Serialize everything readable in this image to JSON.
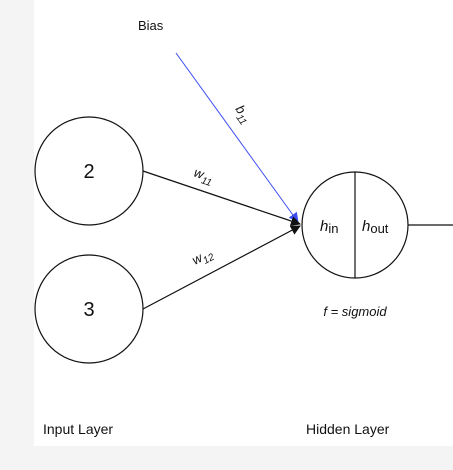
{
  "diagram": {
    "bias_label": "Bias",
    "bias_weight": {
      "base": "b",
      "sub": "11"
    },
    "input_nodes": [
      {
        "value": "2"
      },
      {
        "value": "3"
      }
    ],
    "weights": [
      {
        "base": "w",
        "sub": "11"
      },
      {
        "base": "w",
        "sub": "12"
      }
    ],
    "hidden_node": {
      "in": {
        "base": "h",
        "sub": "in"
      },
      "out": {
        "base": "h",
        "sub": "out"
      }
    },
    "activation_label": "f = sigmoid",
    "layer_labels": {
      "input": "Input Layer",
      "hidden": "Hidden Layer"
    },
    "colors": {
      "bias_arrow": "#3b4cf2",
      "stroke": "#111111"
    }
  }
}
